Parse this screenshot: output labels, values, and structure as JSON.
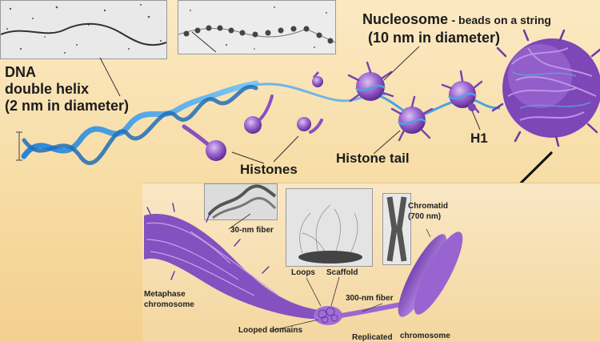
{
  "labels": {
    "dna_title": "DNA",
    "dna_subtitle": "double helix",
    "dna_diameter": "(2 nm in diameter)",
    "nucleosome_title": "Nucleosome",
    "nucleosome_subtitle": "- beads on a string",
    "nucleosome_diameter": "(10 nm in diameter)",
    "histones": "Histones",
    "histone_tail": "Histone tail",
    "h1": "H1",
    "fiber_30nm": "30-nm fiber",
    "chromatid_title": "Chromatid",
    "chromatid_size": "(700 nm)",
    "loops": "Loops",
    "scaffold": "Scaffold",
    "metaphase_line1": "Metaphase",
    "metaphase_line2": "chromosome",
    "fiber_300nm": "300-nm fiber",
    "looped_domains": "Looped domains",
    "replicated": "Replicated",
    "chromosome": "chromosome"
  },
  "colors": {
    "background": "#f7dca4",
    "dna_strand": "#3a9be0",
    "protein_purple": "#8a4fc0",
    "protein_light": "#b48ae0"
  }
}
